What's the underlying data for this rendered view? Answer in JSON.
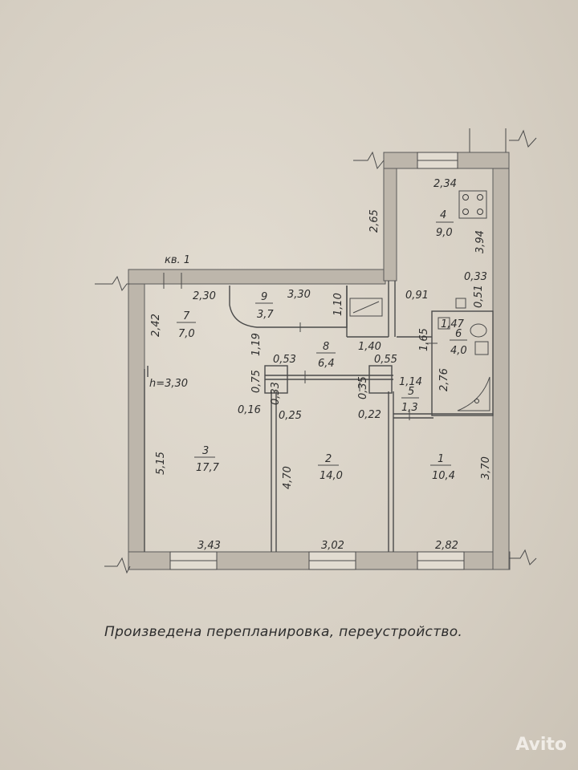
{
  "apartment_label": "кв. 1",
  "ceiling_height": "h=3,30",
  "caption": "Произведена перепланировка, переустройство.",
  "watermark": "Avito",
  "rooms": [
    {
      "id": "1",
      "area": "10,4"
    },
    {
      "id": "2",
      "area": "14,0"
    },
    {
      "id": "3",
      "area": "17,7"
    },
    {
      "id": "4",
      "area": "9,0"
    },
    {
      "id": "5",
      "area": "1,3"
    },
    {
      "id": "6",
      "area": "4,0"
    },
    {
      "id": "7",
      "area": "7,0"
    },
    {
      "id": "8",
      "area": "6,4"
    },
    {
      "id": "9",
      "area": "3,7"
    }
  ],
  "dimensions": {
    "d_2_34": "2,34",
    "d_3_94": "3,94",
    "d_2_65": "2,65",
    "d_0_33": "0,33",
    "d_0_51": "0,51",
    "d_0_91": "0,91",
    "d_1_47": "1,47",
    "d_1_65": "1,65",
    "d_2_76": "2,76",
    "d_2_30": "2,30",
    "d_3_30": "3,30",
    "d_1_10": "1,10",
    "d_2_42": "2,42",
    "d_1_19": "1,19",
    "d_0_53": "0,53",
    "d_1_40": "1,40",
    "d_0_55": "0,55",
    "d_0_75": "0,75",
    "d_0_33b": "0,33",
    "d_0_35": "0,35",
    "d_1_14": "1,14",
    "d_0_16": "0,16",
    "d_0_25": "0,25",
    "d_0_22": "0,22",
    "d_5_15": "5,15",
    "d_4_70": "4,70",
    "d_3_70": "3,70",
    "d_3_43": "3,43",
    "d_3_02": "3,02",
    "d_2_82": "2,82"
  }
}
